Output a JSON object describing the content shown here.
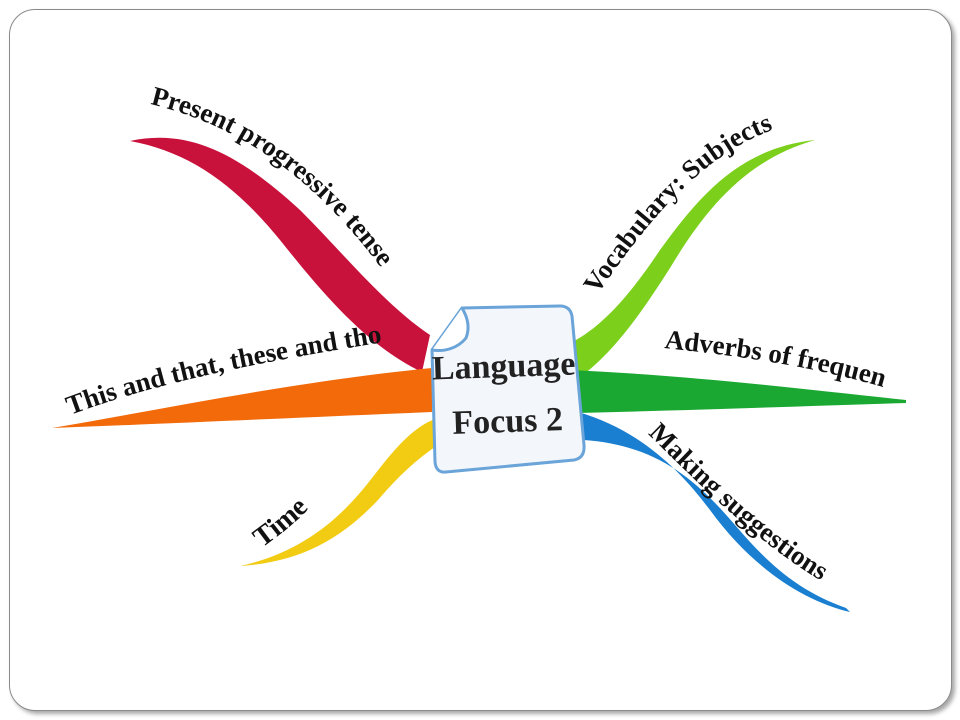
{
  "center": {
    "line1": "Language",
    "line2": "Focus 2"
  },
  "branches": {
    "present_progressive": {
      "label": "Present progressive tense",
      "color": "#c8123c"
    },
    "this_that": {
      "label": "This and that, these and those",
      "color": "#f26a0a"
    },
    "time": {
      "label": "Time",
      "color": "#f2cc12"
    },
    "vocabulary": {
      "label": "Vocabulary: Subjects",
      "color": "#7ccf1a"
    },
    "adverbs": {
      "label": "Adverbs of frequency",
      "color": "#1aa832"
    },
    "suggestions": {
      "label": "Making suggestions",
      "color": "#1a7fd0"
    }
  }
}
